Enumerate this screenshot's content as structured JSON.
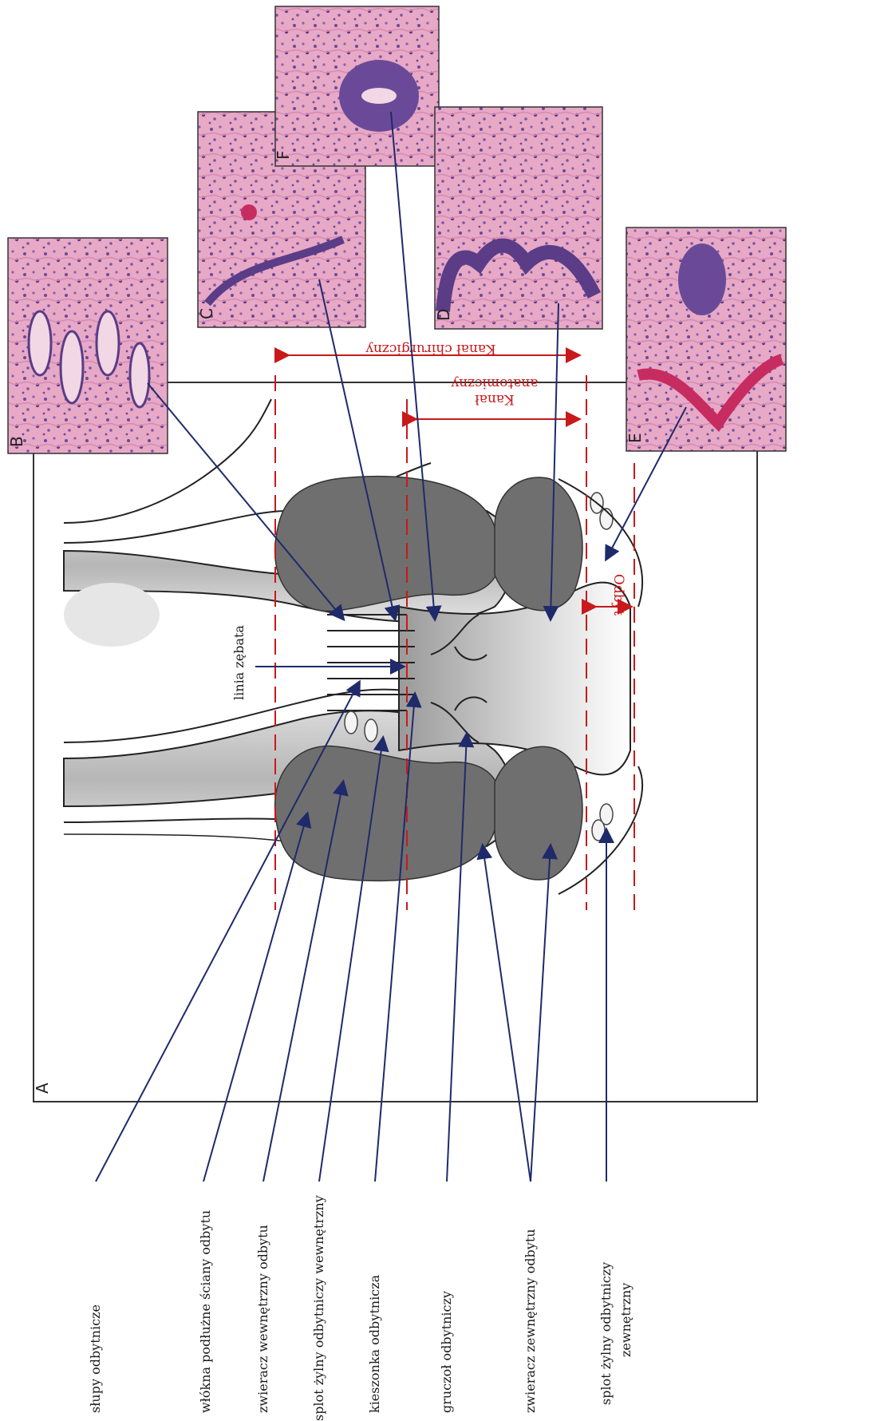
{
  "panels": {
    "a": "A",
    "b": "B",
    "c": "C",
    "d": "D",
    "e": "E",
    "f": "F"
  },
  "top_label": "linia zębata",
  "bottom_labels": [
    "słupy odbytnicze",
    "włókna podłużne ściany odbytu",
    "zwieracz wewnętrzny odbytu",
    "splot żylny odbytniczy wewnętrzny",
    "kieszonka odbytnicza",
    "gruczoł odbytniczy",
    "zwieracz zewnętrzny odbytu",
    "splot żylny odbytniczy",
    "zewnętrzny"
  ],
  "measure_labels": {
    "surgical": "Kanał chirurgiczny",
    "anatomical_1": "Kanał",
    "anatomical_2": "anatomiczny",
    "anus": "Odbyt"
  },
  "colors": {
    "arrow": "#1f2a6b",
    "measure": "#c8191b",
    "sphincter": "#6f6f6f",
    "tissue_pink": "#e7a9c6",
    "nuclei": "#5b3c86"
  }
}
